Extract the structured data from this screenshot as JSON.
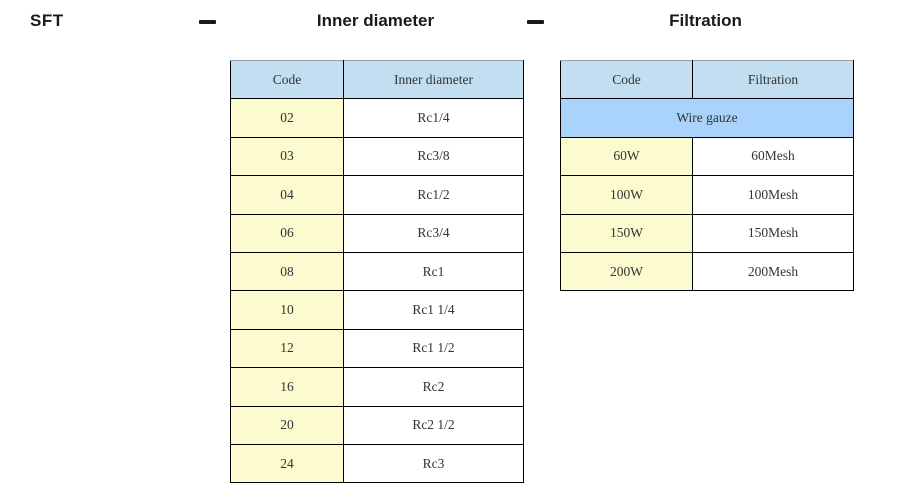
{
  "header": {
    "model": "SFT",
    "inner_diameter_title": "Inner diameter",
    "filtration_title": "Filtration"
  },
  "inner_diameter_table": {
    "headers": [
      "Code",
      "Inner diameter"
    ],
    "rows": [
      [
        "02",
        "Rc1/4"
      ],
      [
        "03",
        "Rc3/8"
      ],
      [
        "04",
        "Rc1/2"
      ],
      [
        "06",
        "Rc3/4"
      ],
      [
        "08",
        "Rc1"
      ],
      [
        "10",
        "Rc1 1/4"
      ],
      [
        "12",
        "Rc1 1/2"
      ],
      [
        "16",
        "Rc2"
      ],
      [
        "20",
        "Rc2 1/2"
      ],
      [
        "24",
        "Rc3"
      ]
    ]
  },
  "filtration_table": {
    "headers": [
      "Code",
      "Filtration"
    ],
    "group_label": "Wire gauze",
    "rows": [
      [
        "60W",
        "60Mesh"
      ],
      [
        "100W",
        "100Mesh"
      ],
      [
        "150W",
        "150Mesh"
      ],
      [
        "200W",
        "200Mesh"
      ]
    ]
  },
  "colors": {
    "header_blue": "#c3ddf1",
    "group_blue": "#a9d3fa",
    "code_yellow": "#fbfbcf",
    "border_black": "#000000",
    "table_text": "#333333",
    "title_text": "#1a1a1a"
  }
}
